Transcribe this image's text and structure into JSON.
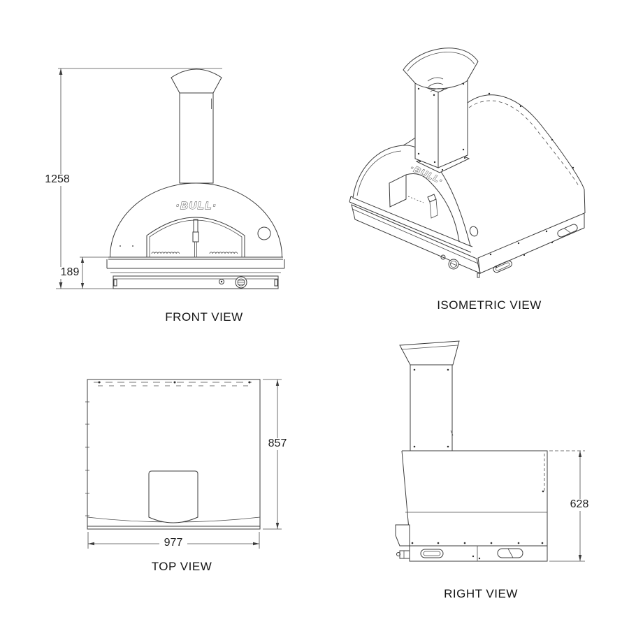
{
  "brand_logo": "·BULL·",
  "views": {
    "front": {
      "caption": "FRONT VIEW",
      "dims": {
        "total_height": "1258",
        "base_height": "189"
      }
    },
    "isometric": {
      "caption": "ISOMETRIC VIEW",
      "dims": {}
    },
    "top": {
      "caption": "TOP VIEW",
      "dims": {
        "depth": "857",
        "width": "977"
      }
    },
    "right": {
      "caption": "RIGHT VIEW",
      "dims": {
        "height": "628"
      }
    }
  },
  "colors": {
    "line": "#3c3c3c",
    "text": "#151515",
    "background": "#ffffff"
  }
}
